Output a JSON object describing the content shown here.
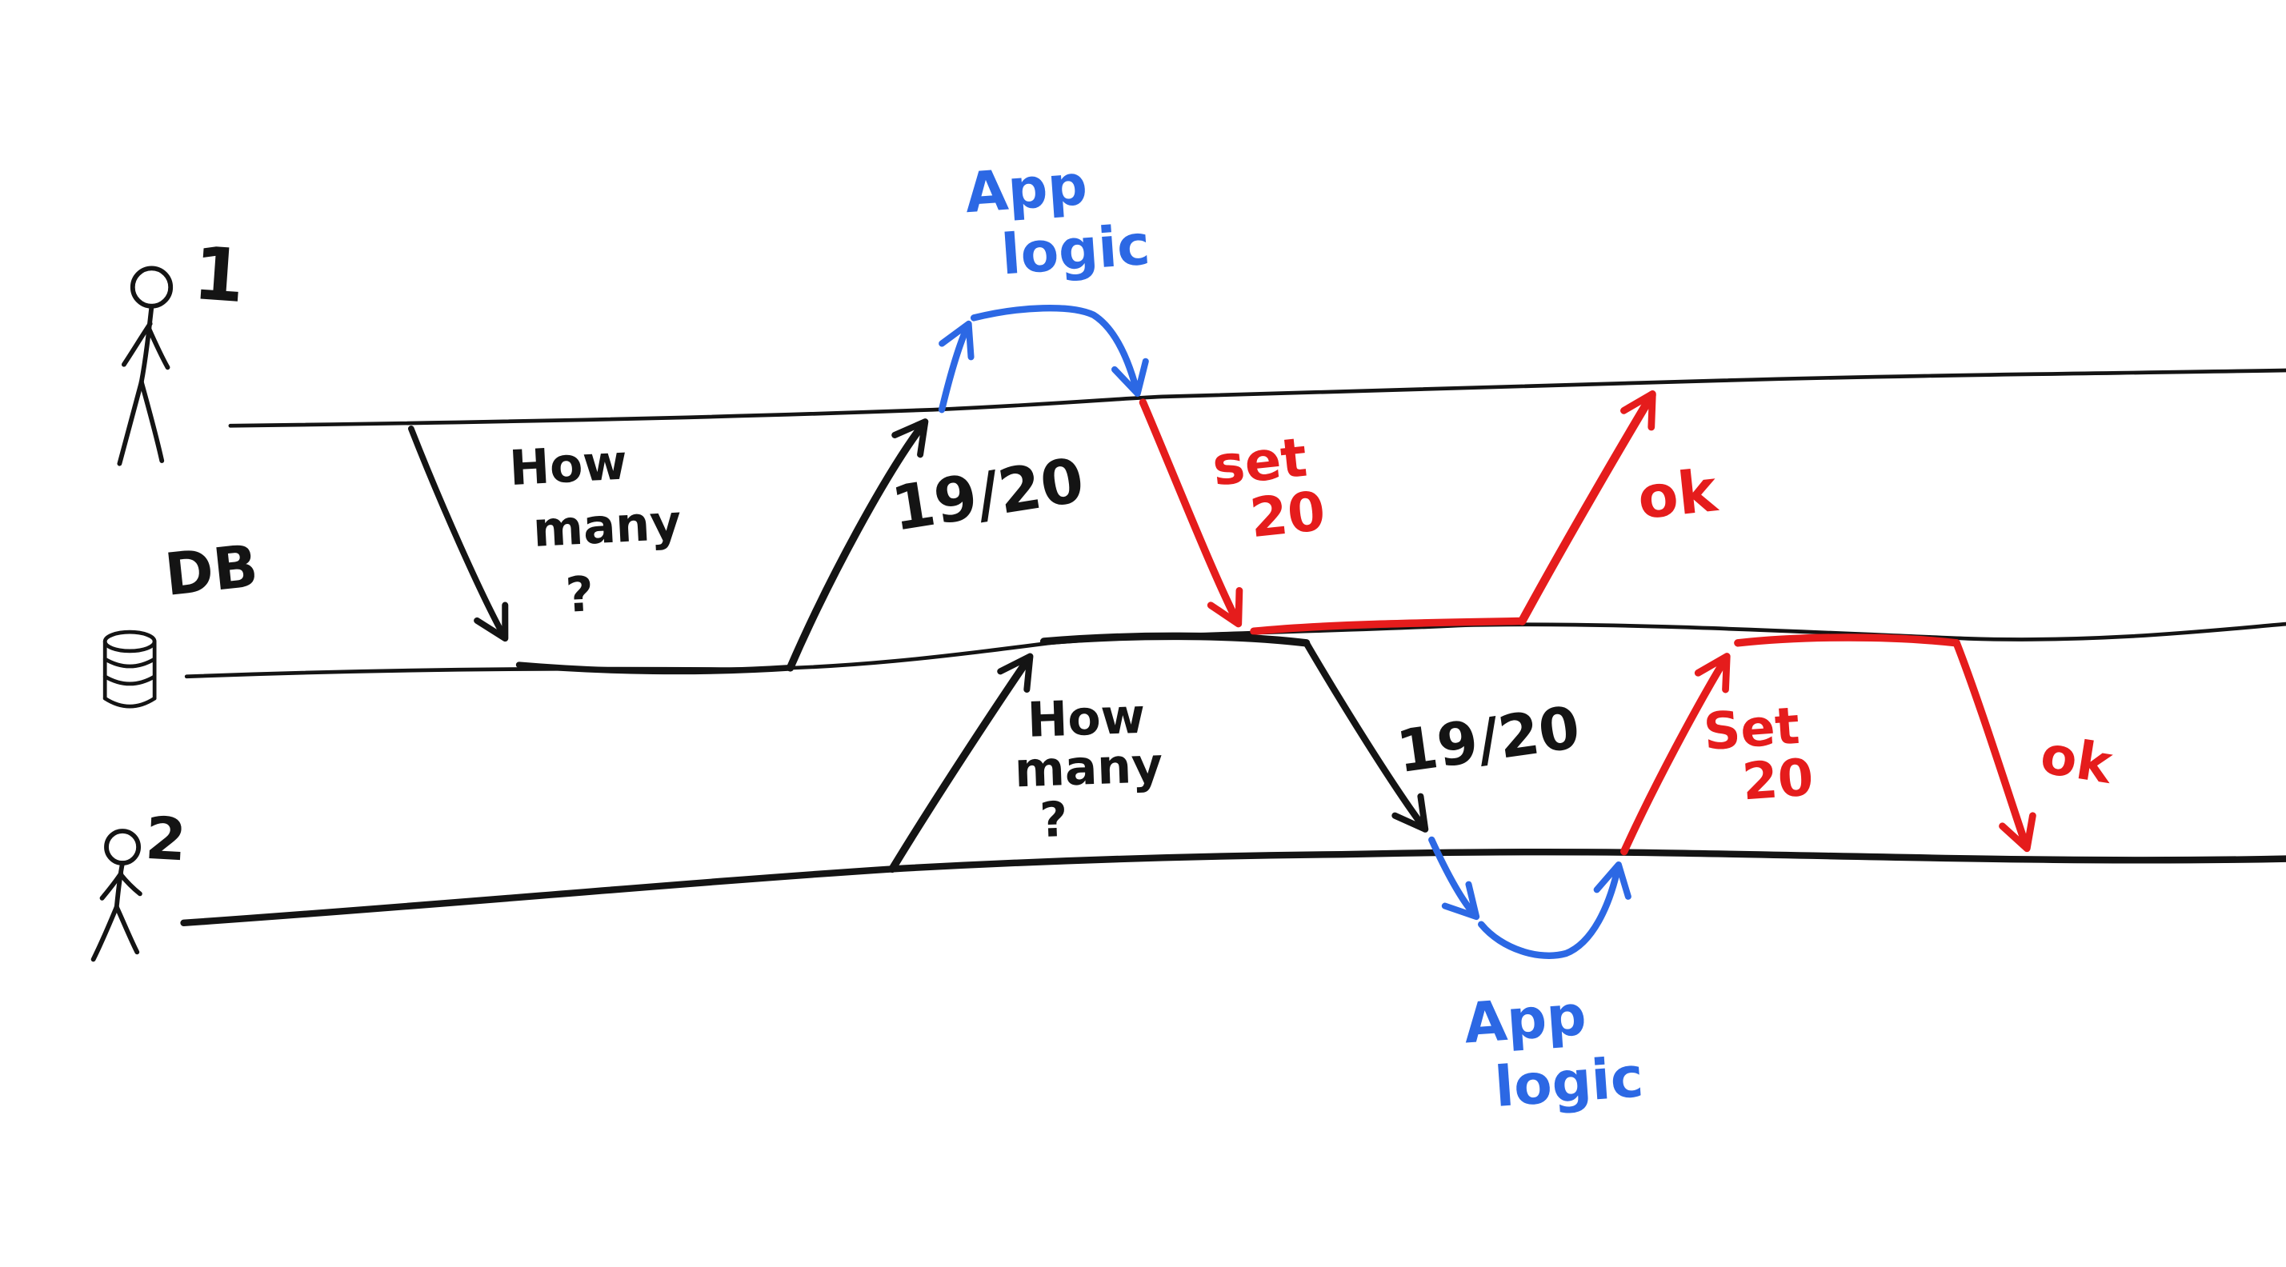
{
  "colors": {
    "ink": "#141414",
    "blue": "#2c68e4",
    "red": "#e51c1c"
  },
  "actors": {
    "user1": {
      "label": "1"
    },
    "db": {
      "label": "DB"
    },
    "user2": {
      "label": "2"
    }
  },
  "sequence_user1": {
    "query": {
      "line1": "How",
      "line2": "many",
      "line3": "?"
    },
    "result": "19/20",
    "app_logic": {
      "line1": "App",
      "line2": "logic"
    },
    "set_value": {
      "line1": "set",
      "line2": "20"
    },
    "ack": "ok"
  },
  "sequence_user2": {
    "query": {
      "line1": "How",
      "line2": "many",
      "line3": "?"
    },
    "result": "19/20",
    "app_logic": {
      "line1": "App",
      "line2": "logic"
    },
    "set_value": {
      "line1": "Set",
      "line2": "20"
    },
    "ack": "ok"
  }
}
